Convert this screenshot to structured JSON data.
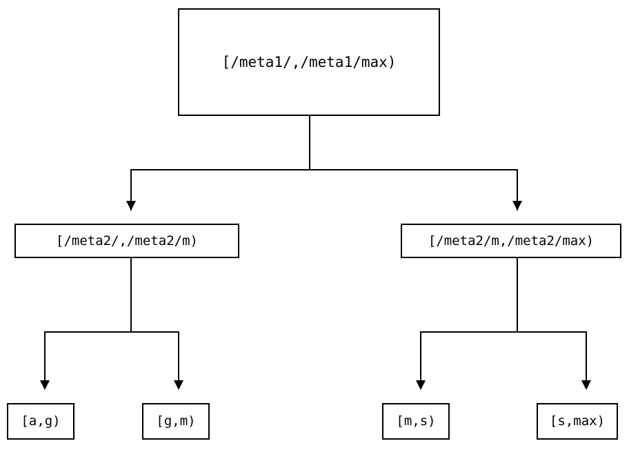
{
  "diagram": {
    "type": "binary-partition-tree",
    "orientation": "top-down",
    "background_color": "#ffffff",
    "line_color": "#000000",
    "text_color": "#000000",
    "nodes": {
      "root": {
        "label": "[/meta1/,/meta1/max)",
        "level": 0
      },
      "mid_left": {
        "label": "[/meta2/,/meta2/m)",
        "level": 1
      },
      "mid_right": {
        "label": "[/meta2/m,/meta2/max)",
        "level": 1
      },
      "leaf_ag": {
        "label": "[a,g)",
        "level": 2
      },
      "leaf_gm": {
        "label": "[g,m)",
        "level": 2
      },
      "leaf_ms": {
        "label": "[m,s)",
        "level": 2
      },
      "leaf_smax": {
        "label": "[s,max)",
        "level": 2
      }
    },
    "edges": [
      {
        "from": "root",
        "to": "mid_left",
        "arrow": "down"
      },
      {
        "from": "root",
        "to": "mid_right",
        "arrow": "down"
      },
      {
        "from": "mid_left",
        "to": "leaf_ag",
        "arrow": "down"
      },
      {
        "from": "mid_left",
        "to": "leaf_gm",
        "arrow": "down"
      },
      {
        "from": "mid_right",
        "to": "leaf_ms",
        "arrow": "down"
      },
      {
        "from": "mid_right",
        "to": "leaf_smax",
        "arrow": "down"
      }
    ]
  }
}
